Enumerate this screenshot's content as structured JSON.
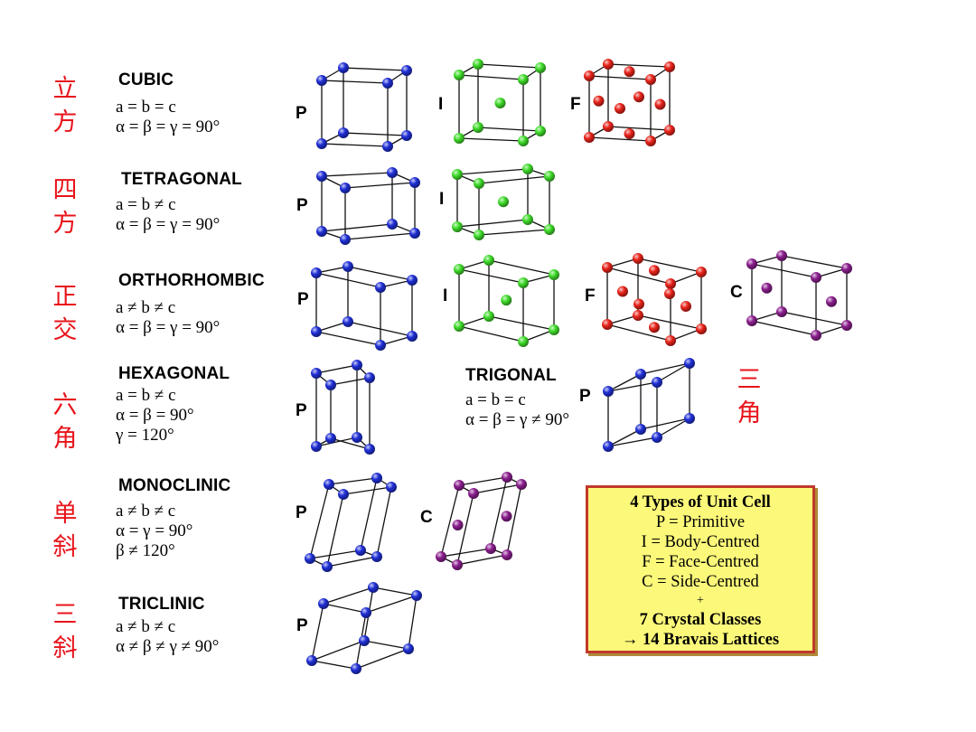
{
  "systems": [
    {
      "chinese": [
        "立",
        "方"
      ],
      "name": "CUBIC",
      "relations": [
        "a = b = c",
        "α = β = γ = 90°"
      ],
      "lattices": [
        "P",
        "I",
        "F"
      ]
    },
    {
      "chinese": [
        "四",
        "方"
      ],
      "name": "TETRAGONAL",
      "relations": [
        "a = b ≠ c",
        "α = β = γ = 90°"
      ],
      "lattices": [
        "P",
        "I"
      ]
    },
    {
      "chinese": [
        "正",
        "交"
      ],
      "name": "ORTHORHOMBIC",
      "relations": [
        "a ≠ b ≠ c",
        "α = β = γ = 90°"
      ],
      "lattices": [
        "P",
        "I",
        "F",
        "C"
      ]
    },
    {
      "chinese": [
        "六",
        "角"
      ],
      "name": "HEXAGONAL",
      "relations": [
        "a = b ≠ c",
        "α = β = 90°",
        "γ = 120°"
      ],
      "lattices": [
        "P"
      ]
    },
    {
      "chinese": [
        "单",
        "斜"
      ],
      "name": "MONOCLINIC",
      "relations": [
        "a ≠ b ≠ c",
        "α = γ = 90°",
        "β ≠ 120°"
      ],
      "lattices": [
        "P",
        "C"
      ]
    },
    {
      "chinese": [
        "三",
        "斜"
      ],
      "name": "TRICLINIC",
      "relations": [
        "a ≠ b ≠ c",
        "α ≠ β ≠ γ ≠ 90°"
      ],
      "lattices": [
        "P"
      ]
    }
  ],
  "trigonal": {
    "chinese": [
      "三",
      "角"
    ],
    "name": "TRIGONAL",
    "relations": [
      "a = b = c",
      "α = β = γ ≠ 90°"
    ],
    "lattices": [
      "P"
    ]
  },
  "summary_box": {
    "lines": [
      "4 Types of Unit Cell",
      "P = Primitive",
      "I = Body-Centred",
      "F = Face-Centred",
      "C = Side-Centred",
      "+",
      "7 Crystal Classes",
      "→ 14 Bravais Lattices"
    ]
  },
  "atom_colors": {
    "P": "#1f2fd6",
    "I": "#3fdc2a",
    "F": "#e8231a",
    "C": "#8b1e8e"
  }
}
